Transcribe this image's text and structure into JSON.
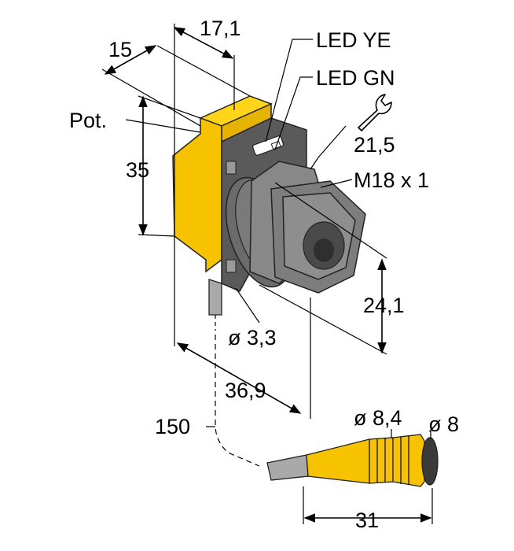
{
  "labels": {
    "dim_17_1": "17,1",
    "dim_15": "15",
    "led_ye": "LED YE",
    "led_gn": "LED GN",
    "pot": "Pot.",
    "dim_35": "35",
    "dim_21_5": "21,5",
    "thread": "M18 x 1",
    "dim_24_1": "24,1",
    "dia_3_3": "ø 3,3",
    "dim_36_9": "36,9",
    "dim_150": "150",
    "dia_8_4": "ø 8,4",
    "dia_8": "ø 8",
    "dim_31": "31"
  },
  "colors": {
    "housing_yellow": "#f7c300",
    "housing_shadow": "#d9a800",
    "body_dark": "#5a5a5a",
    "lens_gray": "#8e8e8e",
    "cable_gray": "#a9a9a9"
  },
  "icons": [
    "wrench-icon"
  ]
}
